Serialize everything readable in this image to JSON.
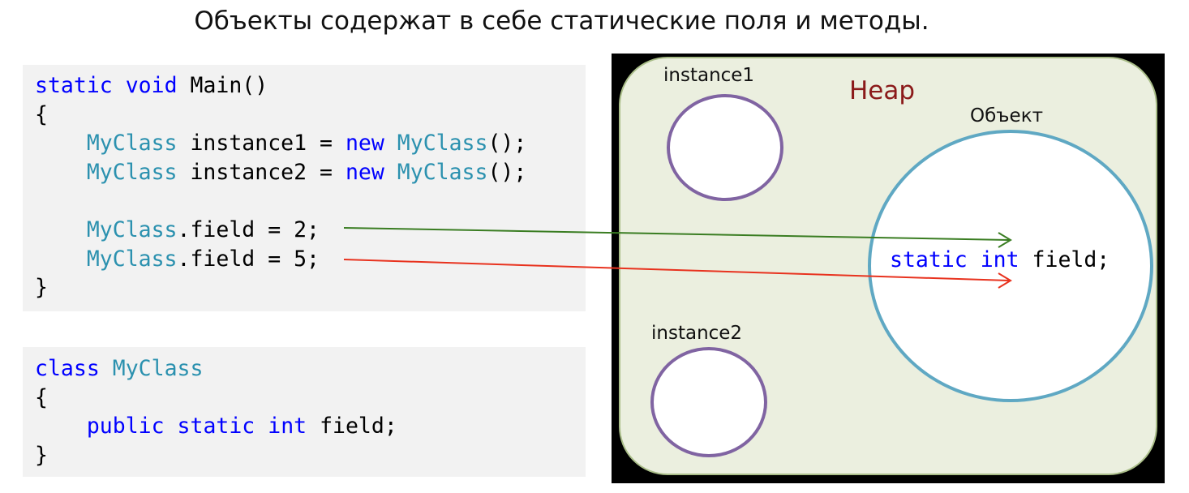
{
  "title": "Объекты содержат в себе статические поля и методы.",
  "code_main": {
    "lines": [
      [
        {
          "t": "static",
          "c": "kw"
        },
        {
          "t": " "
        },
        {
          "t": "void",
          "c": "kw"
        },
        {
          "t": " Main()"
        }
      ],
      [
        {
          "t": "{"
        }
      ],
      [
        {
          "t": "    "
        },
        {
          "t": "MyClass",
          "c": "ty"
        },
        {
          "t": " instance1 = "
        },
        {
          "t": "new",
          "c": "kw"
        },
        {
          "t": " "
        },
        {
          "t": "MyClass",
          "c": "ty"
        },
        {
          "t": "();"
        }
      ],
      [
        {
          "t": "    "
        },
        {
          "t": "MyClass",
          "c": "ty"
        },
        {
          "t": " instance2 = "
        },
        {
          "t": "new",
          "c": "kw"
        },
        {
          "t": " "
        },
        {
          "t": "MyClass",
          "c": "ty"
        },
        {
          "t": "();"
        }
      ],
      [
        {
          "t": ""
        }
      ],
      [
        {
          "t": "    "
        },
        {
          "t": "MyClass",
          "c": "ty"
        },
        {
          "t": ".field = 2;"
        }
      ],
      [
        {
          "t": "    "
        },
        {
          "t": "MyClass",
          "c": "ty"
        },
        {
          "t": ".field = 5;"
        }
      ],
      [
        {
          "t": "}"
        }
      ]
    ]
  },
  "code_class": {
    "lines": [
      [
        {
          "t": "class",
          "c": "kw"
        },
        {
          "t": " "
        },
        {
          "t": "MyClass",
          "c": "ty"
        }
      ],
      [
        {
          "t": "{"
        }
      ],
      [
        {
          "t": "    "
        },
        {
          "t": "public",
          "c": "kw"
        },
        {
          "t": " "
        },
        {
          "t": "static",
          "c": "kw"
        },
        {
          "t": " "
        },
        {
          "t": "int",
          "c": "kw"
        },
        {
          "t": " field;"
        }
      ],
      [
        {
          "t": "}"
        }
      ]
    ]
  },
  "heap": {
    "label": "Heap",
    "instance1_label": "instance1",
    "instance2_label": "instance2",
    "object_label": "Объект",
    "static_field": [
      {
        "t": "static",
        "c": "kw"
      },
      {
        "t": " "
      },
      {
        "t": "int",
        "c": "kw"
      },
      {
        "t": " field;"
      }
    ]
  },
  "colors": {
    "keyword": "#0000ff",
    "type": "#2b91af",
    "heap_label": "#8b1a1a",
    "heap_bg": "#ebefdf",
    "instance_circle": "#8064a2",
    "object_circle": "#5fa8c3",
    "arrow_field_2": "#3a7d22",
    "arrow_field_5": "#e8321e"
  }
}
